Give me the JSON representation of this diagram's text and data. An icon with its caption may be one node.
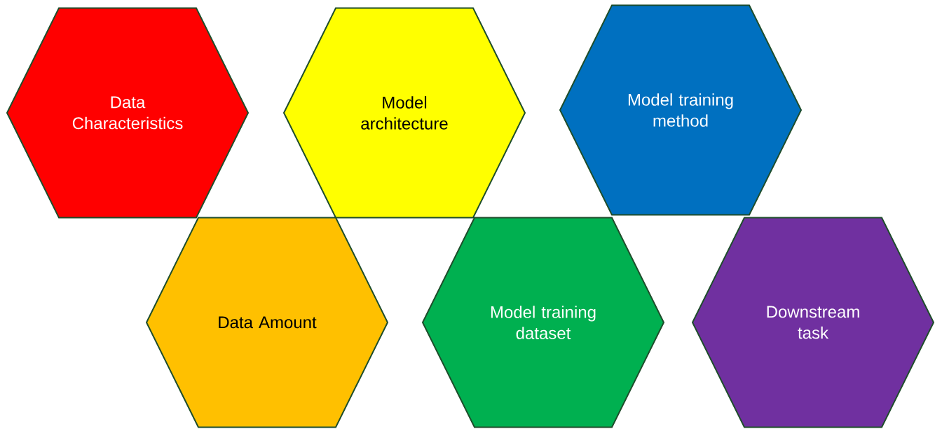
{
  "diagram": {
    "nodes": [
      {
        "text": [
          "Data Characteristics"
        ]
      },
      {
        "text": [
          "Model architecture"
        ]
      },
      {
        "text": [
          "Model training method"
        ]
      },
      {
        "text": [
          "Data Amount"
        ]
      },
      {
        "text": [
          "Model training dataset"
        ]
      },
      {
        "text": [
          "Downstream task"
        ]
      }
    ]
  }
}
